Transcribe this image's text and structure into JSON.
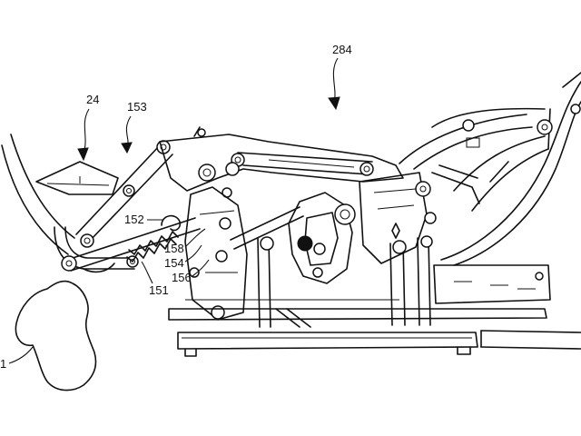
{
  "labels": {
    "l284": "284",
    "l24": "24",
    "l153": "153",
    "l152": "152",
    "l158": "158",
    "l154": "154",
    "l156": "156",
    "l151": "151",
    "l1": "1"
  }
}
